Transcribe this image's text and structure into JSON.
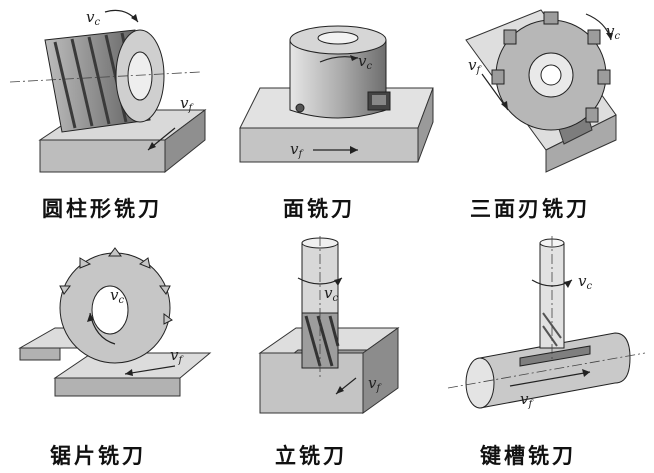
{
  "tools": [
    {
      "id": "cylindrical",
      "caption": "圆柱形铣刀",
      "vc": "v",
      "vc_sub": "c",
      "vf": "v",
      "vf_sub": "f"
    },
    {
      "id": "face",
      "caption": "面铣刀",
      "vc": "v",
      "vc_sub": "c",
      "vf": "v",
      "vf_sub": "f"
    },
    {
      "id": "side-face",
      "caption": "三面刃铣刀",
      "vc": "v",
      "vc_sub": "c",
      "vf": "v",
      "vf_sub": "f"
    },
    {
      "id": "saw",
      "caption": "锯片铣刀",
      "vc": "v",
      "vc_sub": "c",
      "vf": "v",
      "vf_sub": "f"
    },
    {
      "id": "end",
      "caption": "立铣刀",
      "vc": "v",
      "vc_sub": "c",
      "vf": "v",
      "vf_sub": "f"
    },
    {
      "id": "keyway",
      "caption": "键槽铣刀",
      "vc": "v",
      "vc_sub": "c",
      "vf": "v",
      "vf_sub": "f"
    }
  ]
}
